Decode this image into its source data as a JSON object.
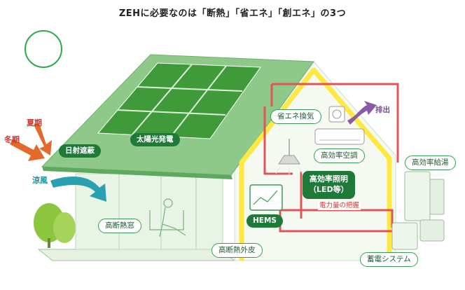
{
  "title": "ZEHに必要なのは「断熱」「省エネ」「創エネ」の3つ",
  "labels": {
    "summer": "夏期",
    "winter": "冬期",
    "cool_breeze": "涼風",
    "sun_shading": "日射遮蔽",
    "solar": "太陽光発電",
    "ventilation": "省エネ換気",
    "exhaust": "排出",
    "aircon": "高効率空調",
    "water_heater": "高効率給湯",
    "lighting_line1": "高効率照明",
    "lighting_line2": "（LED等）",
    "power_monitor": "電力量の把握",
    "hems": "HEMS",
    "window": "高断熱窓",
    "outer_skin": "高断熱外皮",
    "storage": "蓄電システム"
  },
  "colors": {
    "roof_green": "#8fc98a",
    "panel_green": "#3f9a3a",
    "wall_yellow": "#ffe840",
    "power_line_red": "#e0555a",
    "summer_arrow": "#e26a2c",
    "winter_arrow": "#e26a2c",
    "breeze_arrow": "#2aa0b0",
    "exhaust_arrow": "#8a5aa8",
    "label_dark": "#1f7a3a",
    "sun_outline": "#2ea84c"
  },
  "icons": [
    "sun-icon",
    "solar-panel-icon",
    "fan-icon",
    "air-conditioner-icon",
    "ceiling-lamp-icon",
    "hems-monitor-icon",
    "water-heater-icon",
    "battery-icon",
    "tree-icon",
    "person-relaxing-icon"
  ]
}
